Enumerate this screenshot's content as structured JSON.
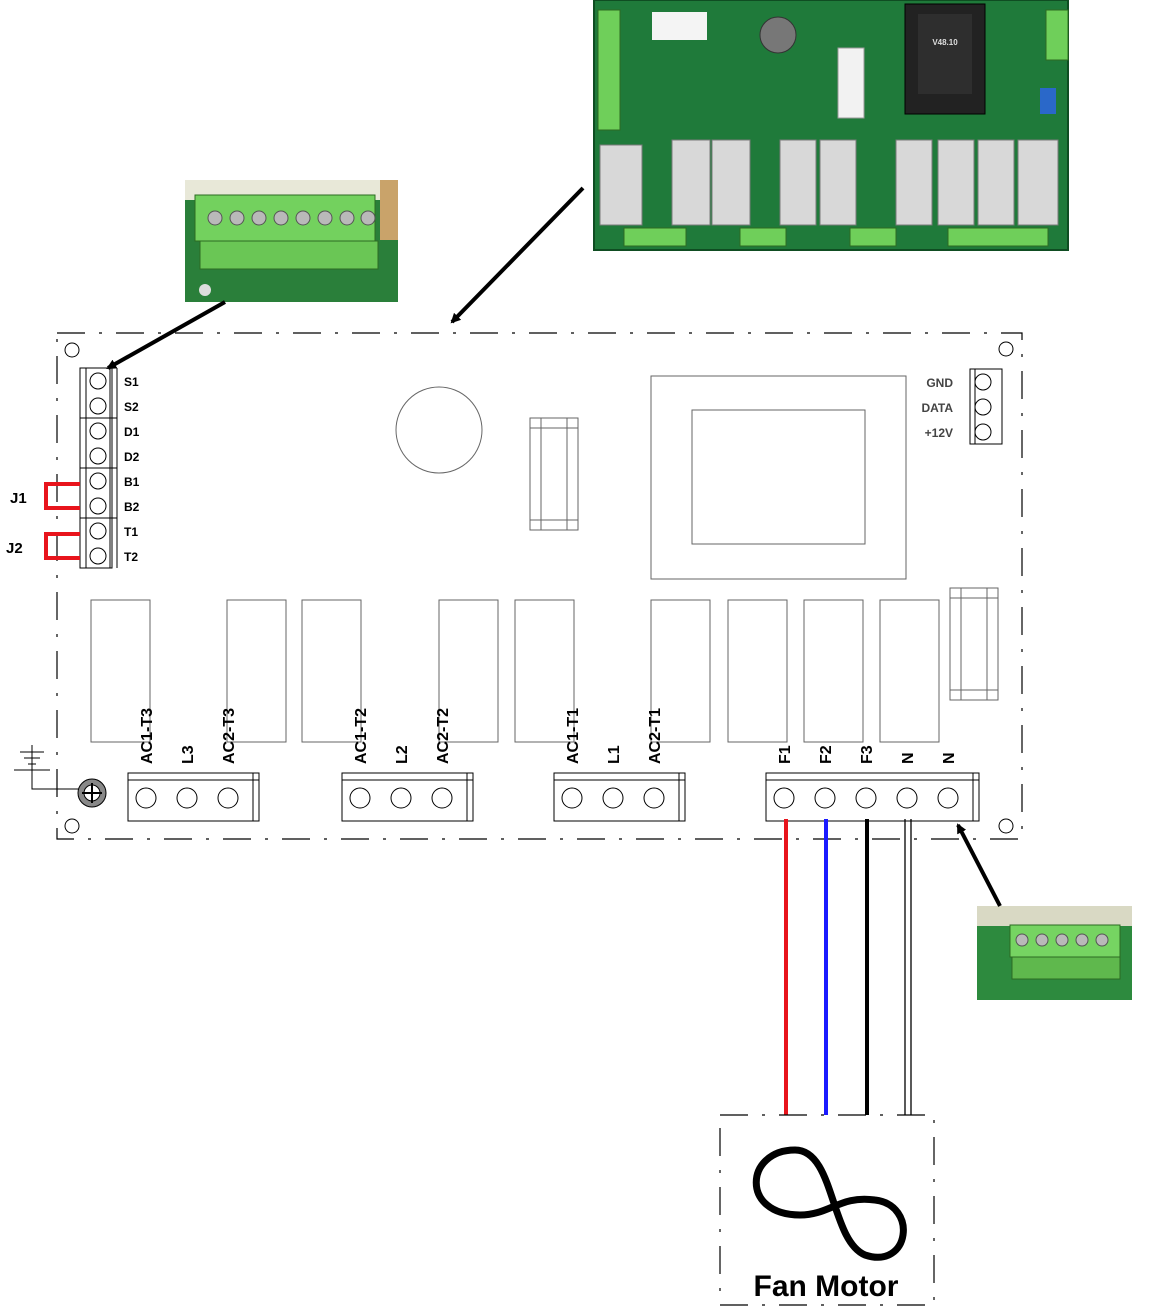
{
  "board": {
    "left_terminals": [
      "S1",
      "S2",
      "D1",
      "D2",
      "B1",
      "B2",
      "T1",
      "T2"
    ],
    "jumpers": [
      "J1",
      "J2"
    ],
    "right_terminals": [
      "GND",
      "DATA",
      "+12V"
    ],
    "terminal_groups": [
      {
        "labels": [
          "AC1-T3",
          "L3",
          "AC2-T3"
        ]
      },
      {
        "labels": [
          "AC1-T2",
          "L2",
          "AC2-T2"
        ]
      },
      {
        "labels": [
          "AC1-T1",
          "L1",
          "AC2-T1"
        ]
      },
      {
        "labels": [
          "F1",
          "F2",
          "F3",
          "N",
          "N"
        ]
      }
    ]
  },
  "motor": {
    "label": "Fan Motor"
  },
  "wires": {
    "colors": [
      "#e8141c",
      "#1a1aff",
      "#000000",
      "#ffffff"
    ]
  },
  "photos": [
    "pcb-overview-photo",
    "left-connector-photo",
    "motor-connector-photo"
  ]
}
